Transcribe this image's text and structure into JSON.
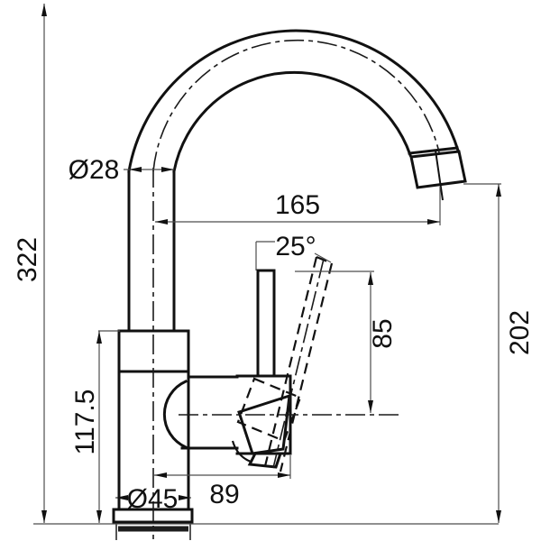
{
  "colors": {
    "background": "#ffffff",
    "outline": "#111111",
    "dimension_line": "#4d4d4d",
    "text": "#111111"
  },
  "dimensions": {
    "overall_height": "322",
    "body_height": "117.5",
    "spout_tube_diameter": "Ø28",
    "spout_reach": "165",
    "lever_angle": "25°",
    "lever_height": "85",
    "outlet_height": "202",
    "body_depth": "89",
    "base_diameter": "Ø45"
  }
}
